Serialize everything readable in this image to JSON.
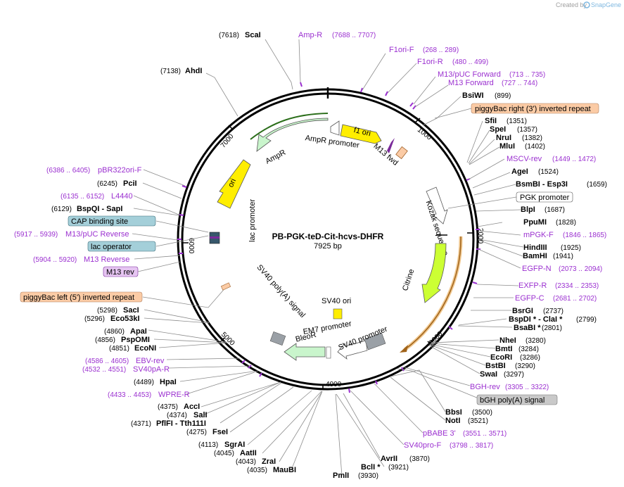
{
  "credit": {
    "text": "Created by",
    "brand": "SnapGene"
  },
  "plasmid": {
    "name": "PB-PGK-teD-Cit-hcvs-DHFR",
    "length": "7925 bp"
  },
  "ticks": [
    "1000",
    "2000",
    "3000",
    "4000",
    "5000",
    "6000",
    "7000"
  ],
  "sites": [
    {
      "name": "ScaI",
      "pos": "(7618)",
      "kind": "enzyme"
    },
    {
      "name": "Amp-R",
      "pos": "(7688 .. 7707)",
      "kind": "primer"
    },
    {
      "name": "AhdI",
      "pos": "(7138)",
      "kind": "enzyme"
    },
    {
      "name": "F1ori-F",
      "pos": "(268 .. 289)",
      "kind": "primer"
    },
    {
      "name": "F1ori-R",
      "pos": "(480 .. 499)",
      "kind": "primer"
    },
    {
      "name": "M13/pUC Forward",
      "pos": "(713 .. 735)",
      "kind": "primer"
    },
    {
      "name": "M13 Forward",
      "pos": "(727 .. 744)",
      "kind": "primer"
    },
    {
      "name": "BsiWI",
      "pos": "(899)",
      "kind": "enzyme"
    },
    {
      "name": "piggyBac right (3') inverted repeat",
      "pos": "",
      "kind": "box-orange"
    },
    {
      "name": "SfiI",
      "pos": "(1351)",
      "kind": "enzyme"
    },
    {
      "name": "SpeI",
      "pos": "(1357)",
      "kind": "enzyme"
    },
    {
      "name": "NruI",
      "pos": "(1382)",
      "kind": "enzyme"
    },
    {
      "name": "MluI",
      "pos": "(1402)",
      "kind": "enzyme"
    },
    {
      "name": "MSCV-rev",
      "pos": "(1449 .. 1472)",
      "kind": "primer"
    },
    {
      "name": "AgeI",
      "pos": "(1524)",
      "kind": "enzyme"
    },
    {
      "name": "BsmBI - Esp3I",
      "pos": "(1659)",
      "kind": "enzyme"
    },
    {
      "name": "PGK promoter",
      "pos": "",
      "kind": "box-white"
    },
    {
      "name": "BlpI",
      "pos": "(1687)",
      "kind": "enzyme"
    },
    {
      "name": "PpuMI",
      "pos": "(1828)",
      "kind": "enzyme"
    },
    {
      "name": "mPGK-F",
      "pos": "(1846 .. 1865)",
      "kind": "primer"
    },
    {
      "name": "HindIII",
      "pos": "(1925)",
      "kind": "enzyme"
    },
    {
      "name": "BamHI",
      "pos": "(1941)",
      "kind": "enzyme"
    },
    {
      "name": "EGFP-N",
      "pos": "(2073 .. 2094)",
      "kind": "primer"
    },
    {
      "name": "EXFP-R",
      "pos": "(2334 .. 2353)",
      "kind": "primer"
    },
    {
      "name": "EGFP-C",
      "pos": "(2681 .. 2702)",
      "kind": "primer"
    },
    {
      "name": "BsrGI",
      "pos": "(2737)",
      "kind": "enzyme"
    },
    {
      "name": "BspDI * - ClaI *",
      "pos": "(2799)",
      "kind": "enzyme"
    },
    {
      "name": "BsaBI *",
      "pos": "(2801)",
      "kind": "enzyme"
    },
    {
      "name": "NheI",
      "pos": "(3280)",
      "kind": "enzyme"
    },
    {
      "name": "BmtI",
      "pos": "(3284)",
      "kind": "enzyme"
    },
    {
      "name": "EcoRI",
      "pos": "(3286)",
      "kind": "enzyme"
    },
    {
      "name": "BstBI",
      "pos": "(3290)",
      "kind": "enzyme"
    },
    {
      "name": "SwaI",
      "pos": "(3297)",
      "kind": "enzyme"
    },
    {
      "name": "BGH-rev",
      "pos": "(3305 .. 3322)",
      "kind": "primer"
    },
    {
      "name": "bGH poly(A) signal",
      "pos": "",
      "kind": "box-gray"
    },
    {
      "name": "BbsI",
      "pos": "(3500)",
      "kind": "enzyme"
    },
    {
      "name": "NotI",
      "pos": "(3521)",
      "kind": "enzyme"
    },
    {
      "name": "pBABE 3'",
      "pos": "(3551 .. 3571)",
      "kind": "primer"
    },
    {
      "name": "SV40pro-F",
      "pos": "(3798 .. 3817)",
      "kind": "primer"
    },
    {
      "name": "AvrII",
      "pos": "(3870)",
      "kind": "enzyme"
    },
    {
      "name": "BclI *",
      "pos": "(3921)",
      "kind": "enzyme"
    },
    {
      "name": "PmlI",
      "pos": "(3930)",
      "kind": "enzyme"
    },
    {
      "name": "MauBI",
      "pos": "(4035)",
      "kind": "enzyme"
    },
    {
      "name": "ZraI",
      "pos": "(4043)",
      "kind": "enzyme"
    },
    {
      "name": "AatII",
      "pos": "(4045)",
      "kind": "enzyme"
    },
    {
      "name": "SgrAI",
      "pos": "(4113)",
      "kind": "enzyme"
    },
    {
      "name": "FseI",
      "pos": "(4275)",
      "kind": "enzyme"
    },
    {
      "name": "PflFI - Tth111I",
      "pos": "(4371)",
      "kind": "enzyme"
    },
    {
      "name": "SalI",
      "pos": "(4374)",
      "kind": "enzyme"
    },
    {
      "name": "AccI",
      "pos": "(4375)",
      "kind": "enzyme"
    },
    {
      "name": "WPRE-R",
      "pos": "(4433 .. 4453)",
      "kind": "primer"
    },
    {
      "name": "HpaI",
      "pos": "(4489)",
      "kind": "enzyme"
    },
    {
      "name": "SV40pA-R",
      "pos": "(4532 .. 4551)",
      "kind": "primer"
    },
    {
      "name": "EBV-rev",
      "pos": "(4586 .. 4605)",
      "kind": "primer"
    },
    {
      "name": "EcoNI",
      "pos": "(4851)",
      "kind": "enzyme"
    },
    {
      "name": "PspOMI",
      "pos": "(4856)",
      "kind": "enzyme"
    },
    {
      "name": "ApaI",
      "pos": "(4860)",
      "kind": "enzyme"
    },
    {
      "name": "Eco53kI",
      "pos": "(5296)",
      "kind": "enzyme"
    },
    {
      "name": "SacI",
      "pos": "(5298)",
      "kind": "enzyme"
    },
    {
      "name": "piggyBac left (5') inverted repeat",
      "pos": "",
      "kind": "box-orange"
    },
    {
      "name": "M13 rev",
      "pos": "",
      "kind": "box-purple"
    },
    {
      "name": "M13 Reverse",
      "pos": "(5904 .. 5920)",
      "kind": "primer"
    },
    {
      "name": "lac operator",
      "pos": "",
      "kind": "box-blue"
    },
    {
      "name": "M13/pUC Reverse",
      "pos": "(5917 .. 5939)",
      "kind": "primer"
    },
    {
      "name": "CAP binding site",
      "pos": "",
      "kind": "box-blue"
    },
    {
      "name": "BspQI - SapI",
      "pos": "(6129)",
      "kind": "enzyme"
    },
    {
      "name": "L4440",
      "pos": "(6135 .. 6152)",
      "kind": "primer"
    },
    {
      "name": "PciI",
      "pos": "(6245)",
      "kind": "enzyme"
    },
    {
      "name": "pBR322ori-F",
      "pos": "(6386 .. 6405)",
      "kind": "primer"
    }
  ],
  "features": [
    "f1 ori",
    "AmpR promoter",
    "AmpR",
    "ori",
    "M13 fwd",
    "Kozak sequence",
    "Citrine",
    "lac promoter",
    "SV40 poly(A) signal",
    "SV40 ori",
    "EM7 promoter",
    "BleoR",
    "SV40 promoter"
  ],
  "colors": {
    "primer": "#9b30d0",
    "ring": "#000000",
    "ampr": "#c9f5cc",
    "ori": "#ffee00",
    "citrine": "#ccff33",
    "orange_box": "#fbcba5",
    "blue_box": "#a4cfd9",
    "purple_box": "#e6c5f2",
    "gray_box": "#c9c9c9"
  }
}
